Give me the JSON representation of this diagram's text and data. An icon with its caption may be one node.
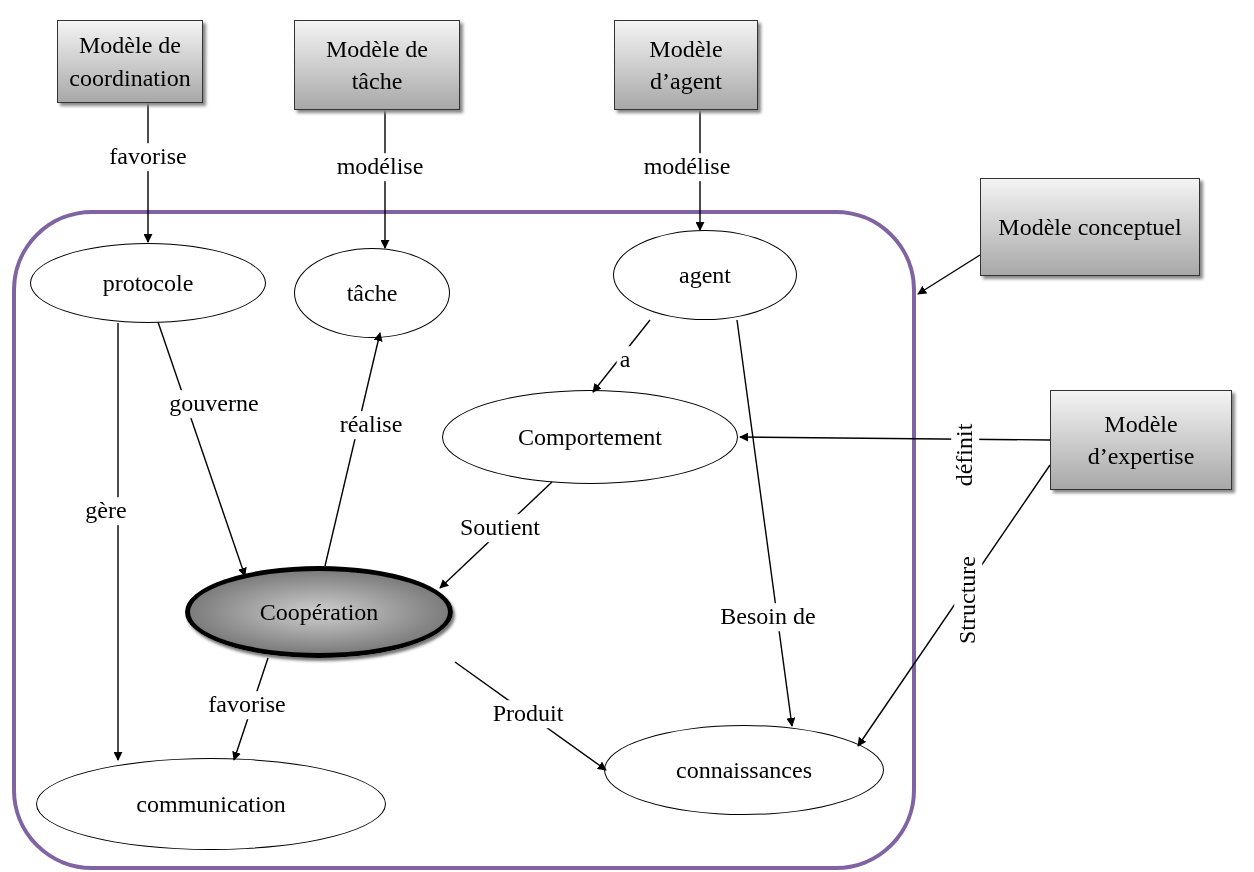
{
  "diagram": {
    "nodes": [
      {
        "text": [
          "Modèle de coordination"
        ]
      },
      {
        "text": [
          "Modèle de tâche"
        ]
      },
      {
        "text": [
          "Modèle d’agent"
        ]
      },
      {
        "text": [
          "Modèle conceptuel"
        ]
      },
      {
        "text": [
          "Modèle d’expertise"
        ]
      },
      {
        "text": [],
        "shape": "box"
      },
      {
        "text": [
          "protocole"
        ],
        "in": 5
      },
      {
        "text": [
          "tâche"
        ],
        "in": 5
      },
      {
        "text": [
          "agent"
        ],
        "in": 5
      },
      {
        "text": [
          "Comportement"
        ],
        "in": 5
      },
      {
        "text": [
          "Coopération"
        ],
        "in": 5
      },
      {
        "text": [
          "communication"
        ],
        "in": 5
      },
      {
        "text": [
          "connaissances"
        ],
        "in": 5
      }
    ],
    "edges": [
      {
        "from": 0,
        "to": 6,
        "arrow": "to",
        "label": "favorise"
      },
      {
        "from": 1,
        "to": 7,
        "arrow": "to",
        "label": "modélise"
      },
      {
        "from": 2,
        "to": 8,
        "arrow": "to",
        "label": "modélise"
      },
      {
        "from": 3,
        "to": 5,
        "arrow": "to"
      },
      {
        "from": 8,
        "to": 9,
        "arrow": "to",
        "label": "a"
      },
      {
        "from": 6,
        "to": 10,
        "arrow": "to",
        "label": "gouverne"
      },
      {
        "from": 6,
        "to": 11,
        "arrow": "to",
        "label": "gère"
      },
      {
        "from": 10,
        "to": 7,
        "arrow": "to",
        "label": "réalise"
      },
      {
        "from": 9,
        "to": 10,
        "arrow": "to",
        "label": "Soutient"
      },
      {
        "from": 10,
        "to": 11,
        "arrow": "to",
        "label": "favorise"
      },
      {
        "from": 10,
        "to": 12,
        "arrow": "to",
        "label": "Produit"
      },
      {
        "from": 8,
        "to": 12,
        "arrow": "to",
        "label": "Besoin de"
      },
      {
        "from": 4,
        "to": 9,
        "arrow": "to",
        "label": "définit"
      },
      {
        "from": 4,
        "to": 12,
        "arrow": "to",
        "label": "Structure"
      }
    ]
  }
}
